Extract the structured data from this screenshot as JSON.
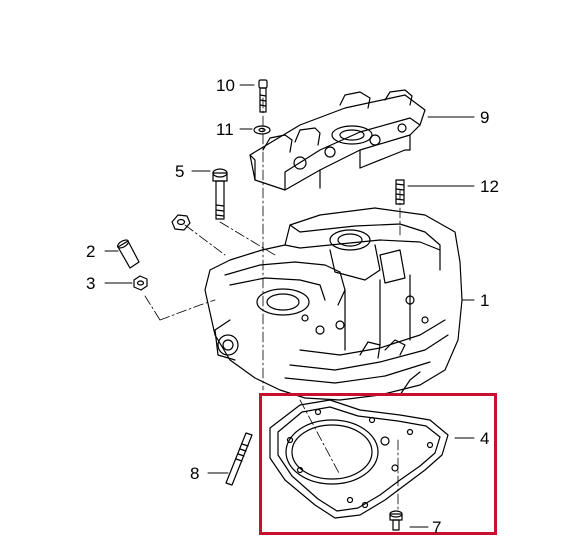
{
  "diagram": {
    "highlight_color": "#c8102e",
    "line_color": "#000000",
    "callouts": [
      {
        "id": "1",
        "label": "1"
      },
      {
        "id": "2",
        "label": "2"
      },
      {
        "id": "3",
        "label": "3"
      },
      {
        "id": "4",
        "label": "4"
      },
      {
        "id": "5",
        "label": "5"
      },
      {
        "id": "7",
        "label": "7"
      },
      {
        "id": "8",
        "label": "8"
      },
      {
        "id": "9",
        "label": "9"
      },
      {
        "id": "10",
        "label": "10"
      },
      {
        "id": "11",
        "label": "11"
      },
      {
        "id": "12",
        "label": "12"
      }
    ],
    "highlighted_part": "4"
  }
}
